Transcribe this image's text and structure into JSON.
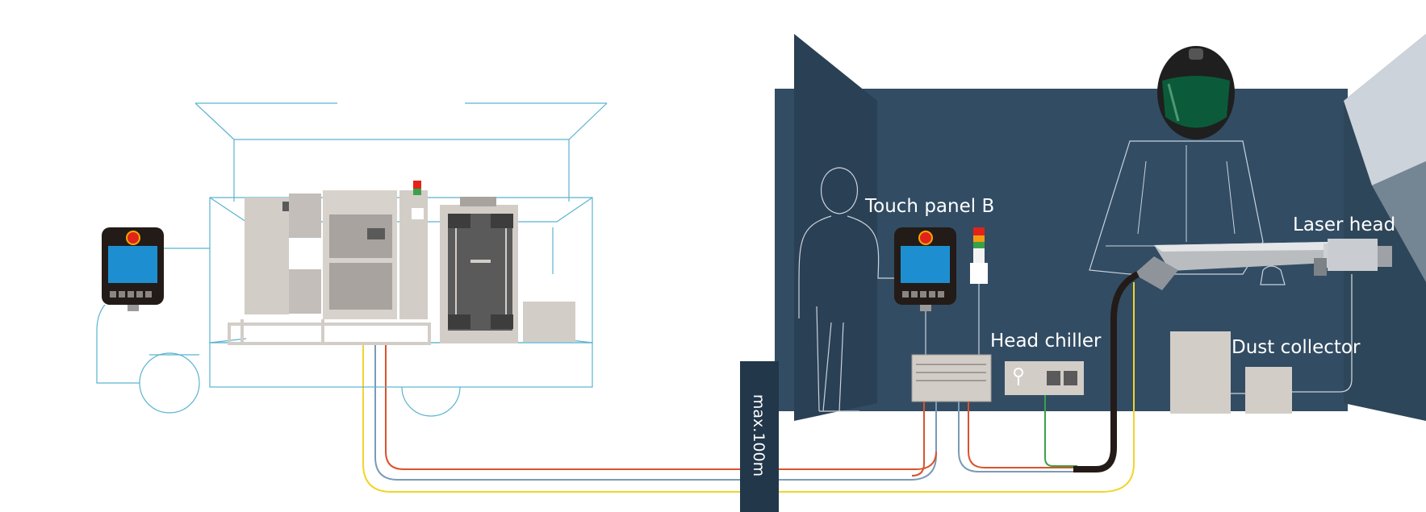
{
  "labels": {
    "touch_panel": "Touch panel B",
    "laser_head": "Laser head",
    "head_chiller": "Head chiller",
    "dust_collector": "Dust collector",
    "distance": "max.100m"
  },
  "icons": [
    "touch-panel-icon",
    "signal-tower-icon",
    "emergency-stop-icon",
    "helmet-icon",
    "operator-outline-icon",
    "laser-head-icon"
  ],
  "colors": {
    "room_wall": "#324c63",
    "room_side_wall": "#2a4055",
    "truck_outline": "#5bb3d0",
    "cable_red": "#d9532b",
    "cable_blue": "#7a9bb5",
    "cable_yellow": "#f0d52a",
    "cable_green": "#3aa14a",
    "machine_grey": "#d3cdc8",
    "panel_screen": "#1d8fd0",
    "estop_red": "#e2231a"
  }
}
